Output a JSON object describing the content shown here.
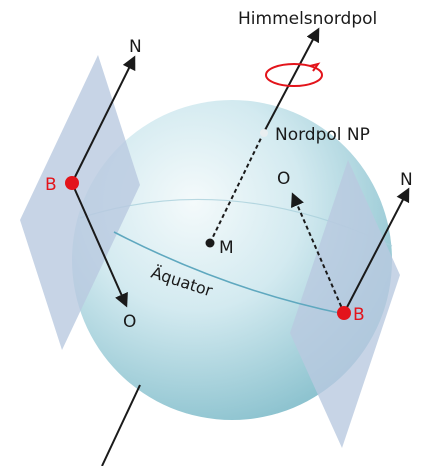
{
  "labels": {
    "celestial_pole": "Himmelsnordpol",
    "north_pole": "Nordpol NP",
    "center": "M",
    "equator": "Äquator",
    "observer_left": "B",
    "observer_right": "B",
    "north_left": "N",
    "north_right": "N",
    "east_left": "O",
    "east_right": "O"
  },
  "colors": {
    "observer_dot": "#e3141b",
    "rotation_arrow": "#e3141b",
    "plane_fill": "#b9c9e0",
    "sphere_light": "#e7f3f6",
    "sphere_dark": "#8fc3cf",
    "equator_line": "#5fa8bf",
    "ink": "#1a1a1a"
  }
}
